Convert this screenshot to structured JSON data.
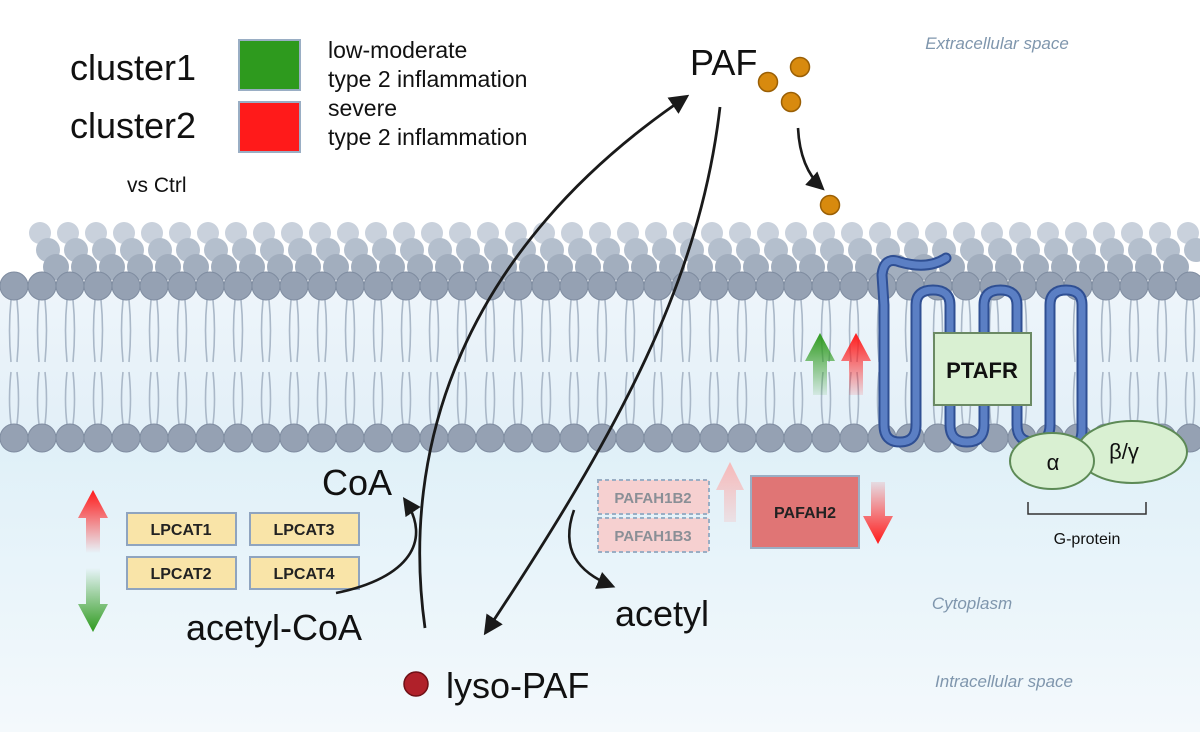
{
  "legend": {
    "cluster1": {
      "label": "cluster1",
      "color": "#2e9a1e",
      "line1": "low-moderate",
      "line2": "type 2 inflammation"
    },
    "cluster2": {
      "label": "cluster2",
      "color": "#ff1a1a",
      "line1": "severe",
      "line2": "type 2 inflammation"
    },
    "vs": "vs Ctrl"
  },
  "regions": {
    "extracellular": "Extracellular space",
    "cytoplasm": "Cytoplasm",
    "intracellular": "Intracellular space"
  },
  "molecules": {
    "paf": "PAF",
    "lyso_paf": "lyso-PAF",
    "coa": "CoA",
    "acetyl_coa": "acetyl-CoA",
    "acetyl": "acetyl"
  },
  "enzymes": {
    "lpcat1": "LPCAT1",
    "lpcat2": "LPCAT2",
    "lpcat3": "LPCAT3",
    "lpcat4": "LPCAT4",
    "pafah1b2": "PAFAH1B2",
    "pafah1b3": "PAFAH1B3",
    "pafah2": "PAFAH2"
  },
  "receptor": {
    "name": "PTAFR",
    "alpha": "α",
    "beta_gamma": "β/γ",
    "gprotein": "G-protein"
  },
  "colors": {
    "up": "#ff1a1a",
    "down": "#2e9a1e",
    "paf_dot": "#d88a0e",
    "lyso_dot": "#b0212a",
    "enzyme_fill": "#f9e4a8",
    "pafah2_fill": "#e07575",
    "receptor": "#5b7fc4",
    "ptafr_box": "#d9f0d2"
  }
}
